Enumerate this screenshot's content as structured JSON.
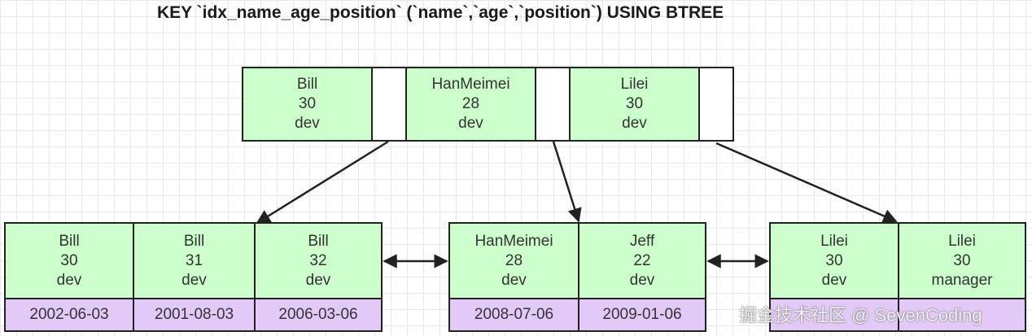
{
  "title": "KEY `idx_name_age_position` (`name`,`age`,`position`) USING BTREE",
  "root": {
    "keys": [
      {
        "name": "Bill",
        "age": "30",
        "position": "dev"
      },
      {
        "name": "HanMeimei",
        "age": "28",
        "position": "dev"
      },
      {
        "name": "Lilei",
        "age": "30",
        "position": "dev"
      }
    ]
  },
  "leaves": [
    {
      "entries": [
        {
          "name": "Bill",
          "age": "30",
          "position": "dev",
          "date": "2002-06-03"
        },
        {
          "name": "Bill",
          "age": "31",
          "position": "dev",
          "date": "2001-08-03"
        },
        {
          "name": "Bill",
          "age": "32",
          "position": "dev",
          "date": "2006-03-06"
        }
      ]
    },
    {
      "entries": [
        {
          "name": "HanMeimei",
          "age": "28",
          "position": "dev",
          "date": "2008-07-06"
        },
        {
          "name": "Jeff",
          "age": "22",
          "position": "dev",
          "date": "2009-01-06"
        }
      ]
    },
    {
      "entries": [
        {
          "name": "Lilei",
          "age": "30",
          "position": "dev",
          "date": ""
        },
        {
          "name": "Lilei",
          "age": "30",
          "position": "manager",
          "date": ""
        }
      ]
    }
  ],
  "watermark": "掘金技术社区 @ SevenCoding",
  "colors": {
    "key_fill": "#ccffcc",
    "date_fill": "#e3c9f7",
    "pointer_fill": "#ffffff",
    "border": "#222222"
  }
}
